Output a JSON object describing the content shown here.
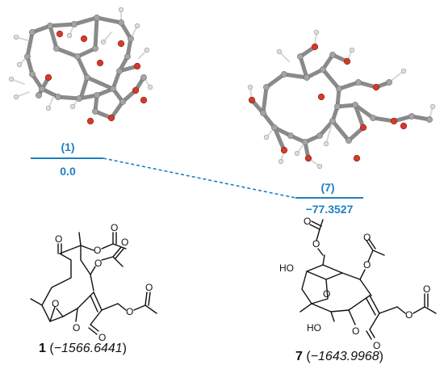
{
  "energy_levels": [
    {
      "label": "(1)",
      "energy": "0.0"
    },
    {
      "label": "(7)",
      "energy": "−77.3527"
    }
  ],
  "captions": [
    {
      "number": "1",
      "open": " (",
      "energy": "−1566.6441",
      "close": ")"
    },
    {
      "number": "7",
      "open": " (",
      "energy": "−1643.9968",
      "close": ")"
    }
  ],
  "atoms": {
    "O": "O",
    "HO": "HO"
  },
  "colors": {
    "accent": "#1f7fc0",
    "oxygen": "#d0271d",
    "carbon": "#9a9a9a",
    "hydrogen": "#e6e6e6"
  }
}
